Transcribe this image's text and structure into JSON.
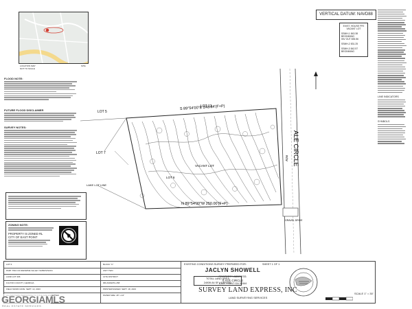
{
  "header": {
    "vertical_datum": "VERTICAL DATUM: NAVD88",
    "legend_title": "LEGEND",
    "house_box": {
      "title": "EXIST. HOUSE FFE",
      "subtitle": "VACANT LOT",
      "entries": [
        "SSMH-1 843.38",
        "BEGINNING",
        "INV OUT 835.56",
        "SSMH-2 831.25",
        "SSMH-3 842.57",
        "BEGINNING"
      ]
    }
  },
  "location_map": {
    "caption": "LOCATION MAP",
    "scale_note": "NOT TO SCALE",
    "site_label": "SITE"
  },
  "notes": {
    "flood_title": "FLOOD NOTE:",
    "future_flood_title": "FUTURE FLOOD DISCLAIMER",
    "survey_title": "SURVEY NOTES:"
  },
  "zoning": {
    "title": "ZONING NOTE:",
    "property_zoned": "PROPERTY IS ZONED RL",
    "city": "CITY OF EAST POINT"
  },
  "plan": {
    "bearing_top": "S 89°54'00\"E  248.84'(F+P)",
    "bearing_bottom": "N 89°54'00\"W  250.00'(F+P)",
    "street": "ALE CIRCLE",
    "street_row": "R/W",
    "lot_left_top": "LOT 5",
    "lot_left_bottom": "LOT 7",
    "lot_top": "LOT 13",
    "lake_note": "LAKE LOT LINE",
    "vacant_lot": "VACANT LOT",
    "lot_center": "LOT 6",
    "drive_label": "GRAVEL DRIVE"
  },
  "title_block": {
    "left_rows": [
      [
        "LOT 6",
        "BLOCK \"C\""
      ],
      [
        "PART TWO OF REDWINE VALLEY SUBDIVISION",
        "UNIT TWO"
      ],
      [
        "LAND LOT 206",
        "14TH DISTRICT"
      ],
      [
        "FULTON COUNTY, GEORGIA",
        "DB.23462/PG.258"
      ],
      [
        "FIELD WORK DATE: SEPT. 13, 2023",
        "PRINTED/SIGNED: SEPT. 18, 2023"
      ],
      [
        "ALL MATTERS PERTAINING TO TITLE ARE EXCEPTED",
        "PAPER SIZE: 18\" x 24\""
      ]
    ],
    "survey_type": "EXISTING CONDITIONS SURVEY PREPARED FOR:",
    "client": "JACLYN SHOWELL",
    "sheet": "SHEET 1 OF 1",
    "address_label": "PROPERTY ADDRESS:",
    "address_line1": "0 ALE CIRCLE",
    "address_line2": "EAST POINT GA 30344",
    "company": "SURVEY LAND EXPRESS, INC",
    "company_sub": "LAND SURVEYING SERVICES",
    "total_area_label": "TOTAL LAND AREA",
    "total_area": "24939.84 SF  /  0.572 AC",
    "scale": "SCALE  1\" = 30'"
  },
  "watermark": {
    "brand": "GEORGIAMLS",
    "sub": "REAL ESTATE SERVICES"
  },
  "legend": {
    "symbols_title": "SYMBOLS",
    "line_indicators_title": "LINE INDICATORS"
  },
  "colors": {
    "ink": "#333333",
    "watermark_gray": "#7a7a7a",
    "map_road": "#f4d98c",
    "map_marker": "#d23b2f"
  }
}
